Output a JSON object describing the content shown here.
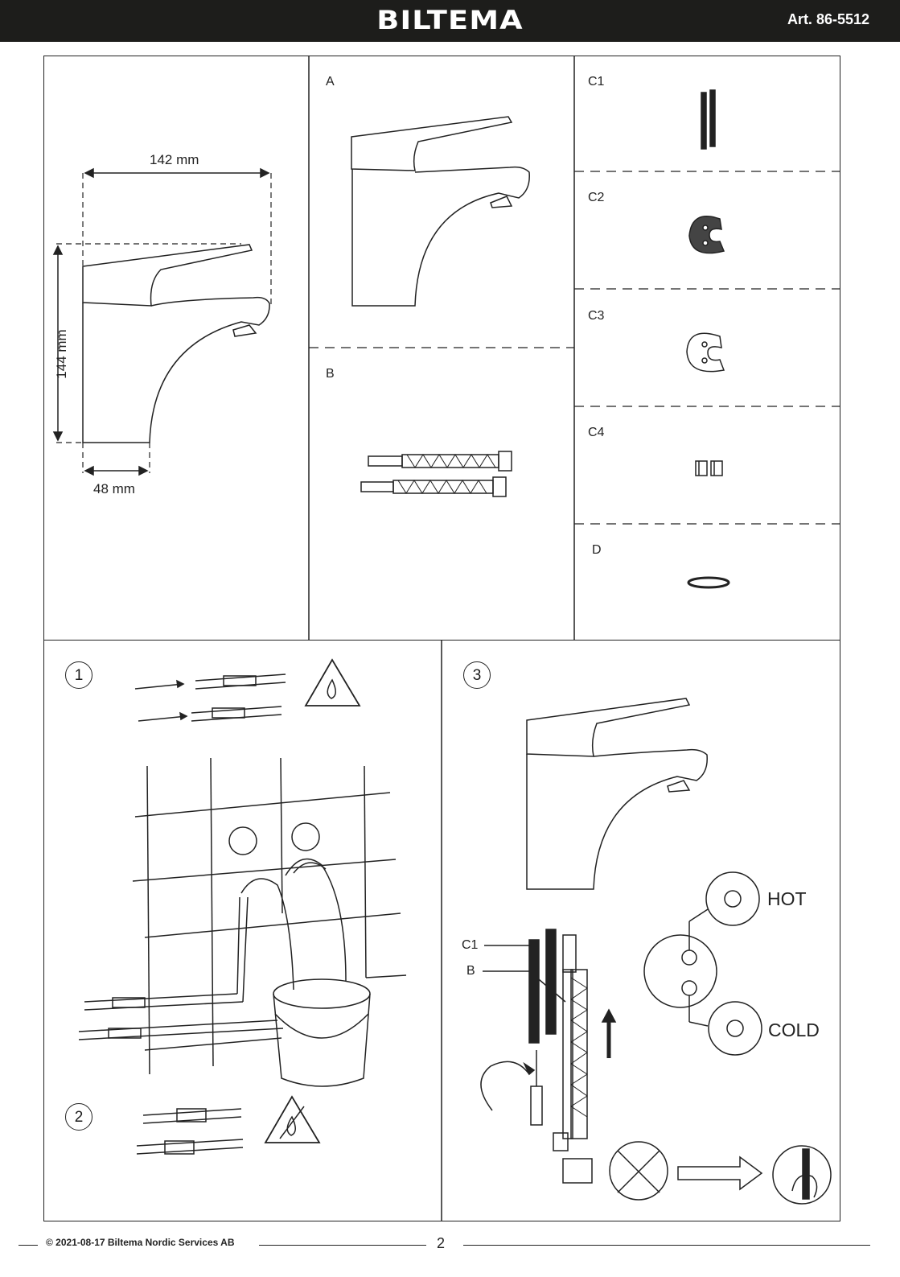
{
  "header": {
    "brand": "BILTEMA",
    "article": "Art. 86-5512"
  },
  "dimensions": {
    "width": "142 mm",
    "height": "144 mm",
    "base": "48 mm"
  },
  "parts": {
    "a": "A",
    "b": "B",
    "c1": "C1",
    "c2": "C2",
    "c3": "C3",
    "c4": "C4",
    "d": "D"
  },
  "steps": {
    "s1": "1",
    "s2": "2",
    "s3": "3"
  },
  "step3": {
    "c1_label": "C1",
    "b_label": "B",
    "hot": "HOT",
    "cold": "COLD"
  },
  "footer": {
    "copyright": "© 2021-08-17 Biltema Nordic Services AB",
    "page": "2"
  }
}
